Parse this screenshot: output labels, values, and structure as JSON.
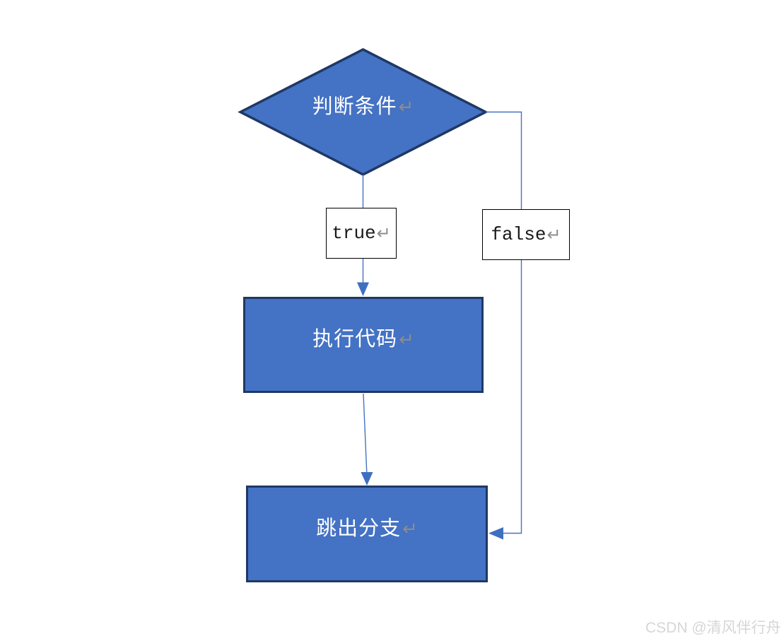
{
  "flowchart": {
    "decision": {
      "label": "判断条件",
      "return_mark": "↵"
    },
    "true_branch": {
      "label": "true",
      "return_mark": "↵"
    },
    "false_branch": {
      "label": "false",
      "return_mark": "↵"
    },
    "process": {
      "label": "执行代码",
      "return_mark": "↵"
    },
    "exit": {
      "label": "跳出分支",
      "return_mark": "↵"
    }
  },
  "colors": {
    "shape_fill": "#4472c4",
    "shape_border": "#1f3864",
    "connector": "#4472c4",
    "arrowhead": "#3f6fc1",
    "node_text": "#ffffff",
    "return_mark": "#8c8c8c",
    "label_box_border": "#000000",
    "label_box_text": "#1a1a1a",
    "watermark": "#d6d6d6"
  },
  "watermark": {
    "text": "CSDN @清风伴行舟"
  }
}
